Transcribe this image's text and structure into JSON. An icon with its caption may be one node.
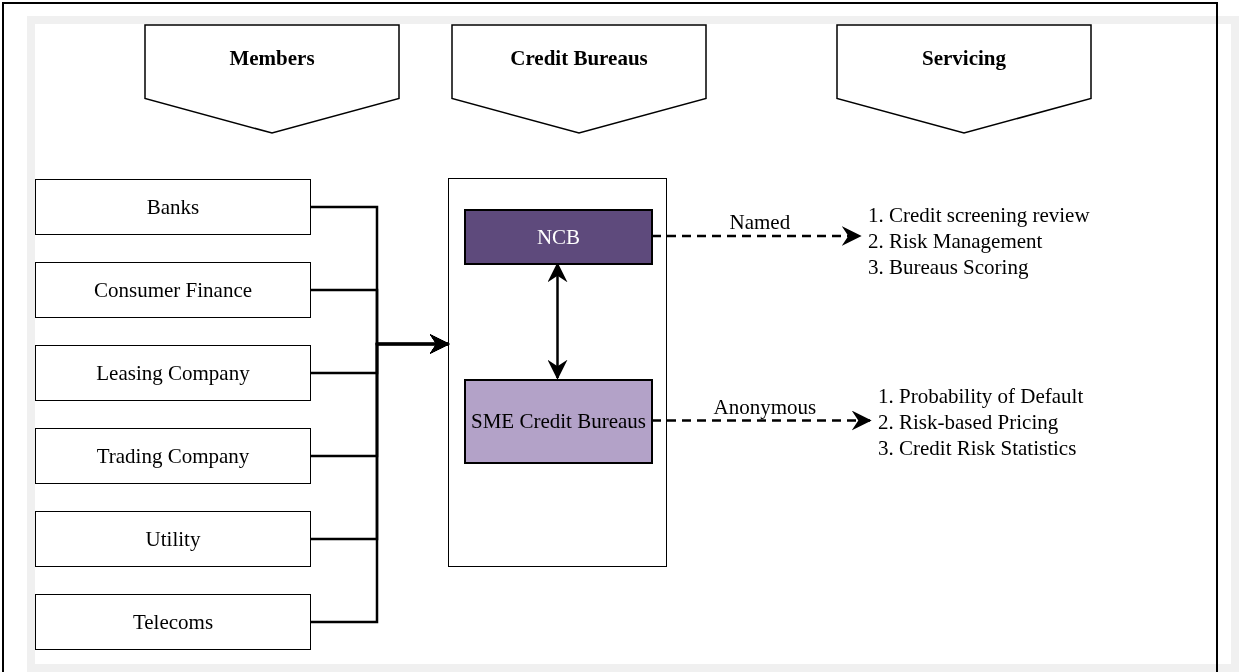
{
  "diagram": {
    "nodes": [
      {
        "text": [
          "Members"
        ]
      },
      {
        "text": [
          "Credit Bureaus"
        ]
      },
      {
        "text": [
          "Servicing"
        ]
      },
      {
        "text": [
          "Banks"
        ]
      },
      {
        "text": [
          "Consumer Finance"
        ]
      },
      {
        "text": [
          "Leasing Company"
        ]
      },
      {
        "text": [
          "Trading Company"
        ]
      },
      {
        "text": [
          "Utility"
        ]
      },
      {
        "text": [
          "Telecoms"
        ]
      },
      {
        "text": [],
        "shape": "box"
      },
      {
        "text": [
          "NCB"
        ],
        "in": 9
      },
      {
        "text": [
          "SME Credit Bureaus"
        ],
        "in": 9
      },
      {
        "text": [
          "1. Credit screening review",
          "2. Risk Management",
          "3. Bureaus Scoring"
        ]
      },
      {
        "text": [
          "1. Probability of Default",
          "2. Risk-based Pricing",
          "3. Credit Risk Statistics"
        ]
      }
    ],
    "edges": [
      {
        "from": 3,
        "to": 9,
        "arrow": "to"
      },
      {
        "from": 4,
        "to": 9,
        "arrow": "to"
      },
      {
        "from": 5,
        "to": 9,
        "arrow": "to"
      },
      {
        "from": 6,
        "to": 9,
        "arrow": "to"
      },
      {
        "from": 7,
        "to": 9,
        "arrow": "to"
      },
      {
        "from": 8,
        "to": 9,
        "arrow": "to"
      },
      {
        "from": 10,
        "to": 11,
        "arrow": "both"
      },
      {
        "from": 10,
        "to": 12,
        "arrow": "to",
        "label": "Named",
        "style": "dashed"
      },
      {
        "from": 11,
        "to": 13,
        "arrow": "to",
        "label": "Anonymous",
        "style": "dashed"
      }
    ]
  }
}
